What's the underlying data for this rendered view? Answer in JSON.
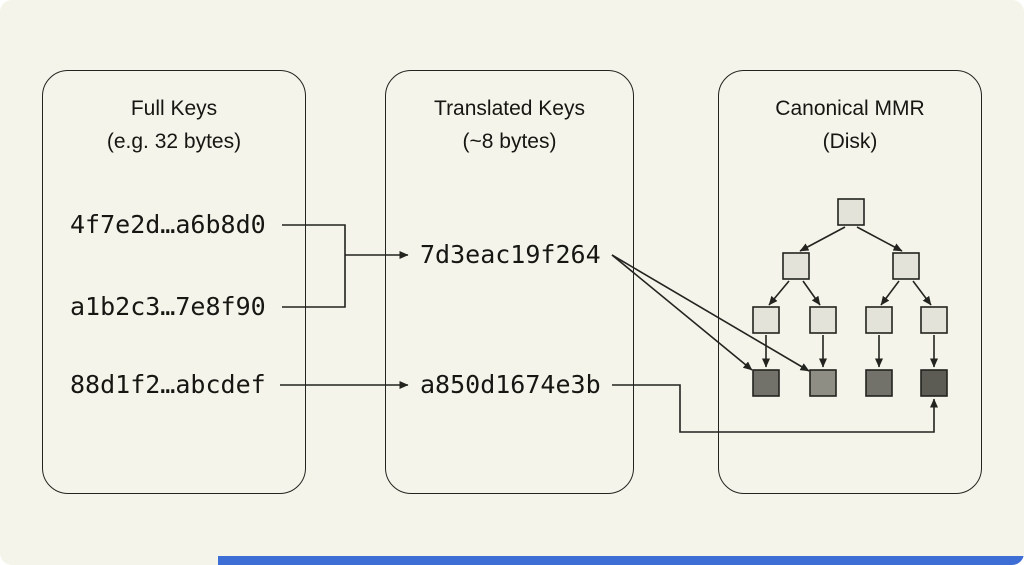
{
  "full_keys_box": {
    "title_line1": "Full Keys",
    "title_line2": "(e.g. 32 bytes)",
    "keys": [
      "4f7e2d…a6b8d0",
      "a1b2c3…7e8f90",
      "88d1f2…abcdef"
    ]
  },
  "translated_keys_box": {
    "title_line1": "Translated Keys",
    "title_line2": "(~8 bytes)",
    "keys": [
      "7d3eac19f264",
      "a850d1674e3b"
    ]
  },
  "mmr_box": {
    "title_line1": "Canonical MMR",
    "title_line2": "(Disk)"
  },
  "colors": {
    "background": "#f5f4ea",
    "line_stroke": "#23231f",
    "node_light": "#e4e3da",
    "leaf_1": "#72726a",
    "leaf_2": "#8e8e85",
    "leaf_3": "#72726a",
    "leaf_4": "#5c5c54",
    "progress_blue": "#3d6ed6"
  }
}
